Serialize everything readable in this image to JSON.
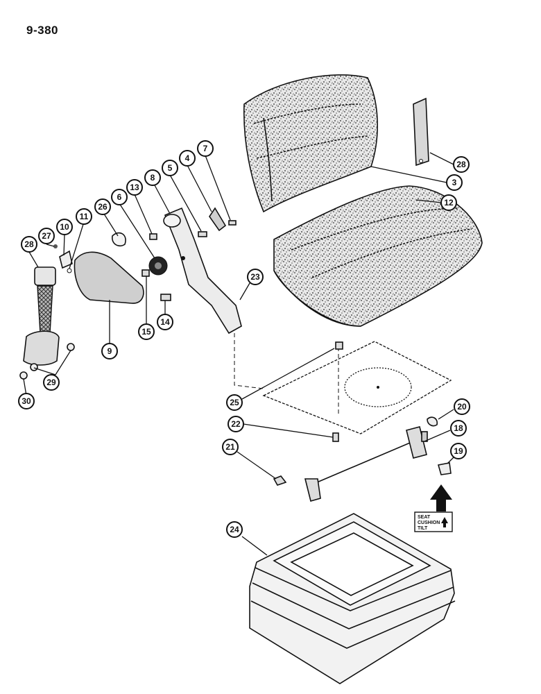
{
  "page_number": "9-380",
  "decal": {
    "line1": "SEAT",
    "line2": "CUSHION",
    "line3": "TILT"
  },
  "callouts": [
    {
      "id": "c28a",
      "label": "28"
    },
    {
      "id": "c27",
      "label": "27"
    },
    {
      "id": "c10",
      "label": "10"
    },
    {
      "id": "c11",
      "label": "11"
    },
    {
      "id": "c26",
      "label": "26"
    },
    {
      "id": "c6",
      "label": "6"
    },
    {
      "id": "c13",
      "label": "13"
    },
    {
      "id": "c8",
      "label": "8"
    },
    {
      "id": "c5",
      "label": "5"
    },
    {
      "id": "c4",
      "label": "4"
    },
    {
      "id": "c7",
      "label": "7"
    },
    {
      "id": "c28b",
      "label": "28"
    },
    {
      "id": "c3",
      "label": "3"
    },
    {
      "id": "c12",
      "label": "12"
    },
    {
      "id": "c23",
      "label": "23"
    },
    {
      "id": "c9",
      "label": "9"
    },
    {
      "id": "c15",
      "label": "15"
    },
    {
      "id": "c14",
      "label": "14"
    },
    {
      "id": "c29",
      "label": "29"
    },
    {
      "id": "c30",
      "label": "30"
    },
    {
      "id": "c25",
      "label": "25"
    },
    {
      "id": "c22",
      "label": "22"
    },
    {
      "id": "c21",
      "label": "21"
    },
    {
      "id": "c20",
      "label": "20"
    },
    {
      "id": "c18",
      "label": "18"
    },
    {
      "id": "c19",
      "label": "19"
    },
    {
      "id": "c24",
      "label": "24"
    }
  ]
}
